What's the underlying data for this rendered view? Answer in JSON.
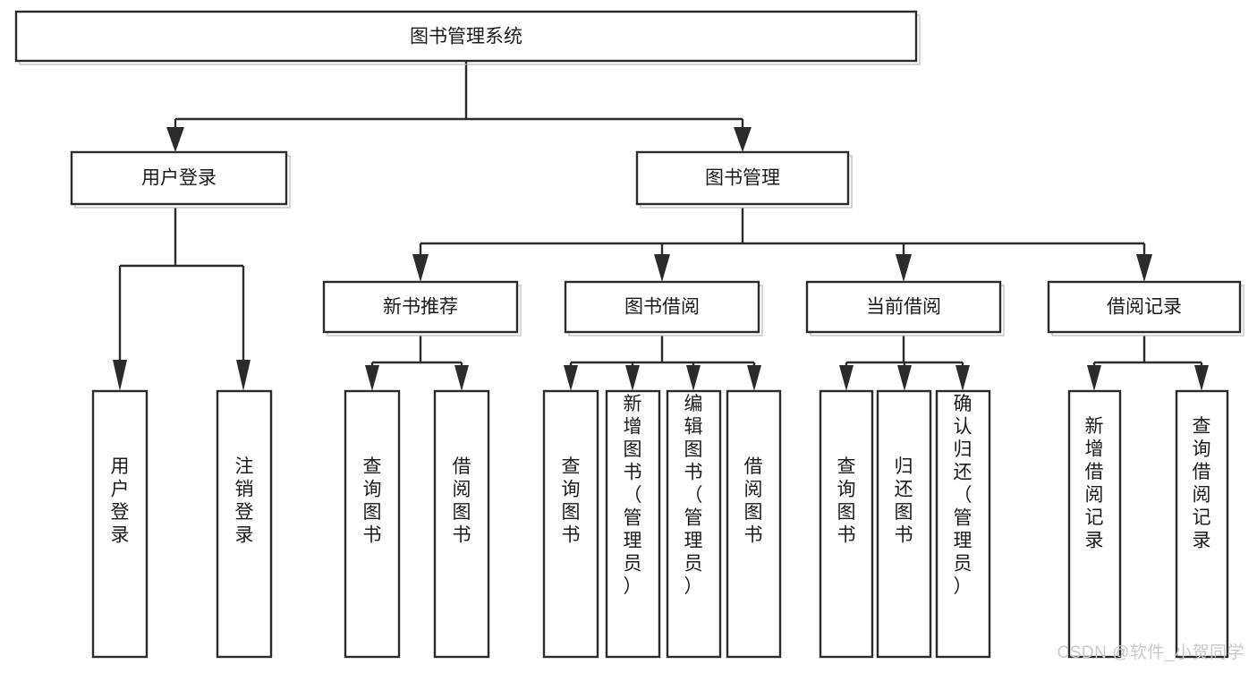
{
  "diagram": {
    "type": "tree",
    "title": "图书管理系统",
    "watermark": "CSDN @软件_小贺同学",
    "colors": {
      "box_fill": "#ffffff",
      "box_stroke": "#2b2b2b",
      "connector": "#2b2b2b",
      "text": "#1b1b1b",
      "watermark": "#c9c9c9",
      "background": "#ffffff"
    },
    "levels": [
      {
        "level": 1,
        "nodes": [
          {
            "id": "root",
            "label": "图书管理系统",
            "orientation": "horizontal"
          }
        ]
      },
      {
        "level": 2,
        "nodes": [
          {
            "id": "login",
            "label": "用户登录",
            "orientation": "horizontal",
            "parent": "root"
          },
          {
            "id": "bookmgmt",
            "label": "图书管理",
            "orientation": "horizontal",
            "parent": "root"
          }
        ]
      },
      {
        "level": 3,
        "nodes": [
          {
            "id": "newbook",
            "label": "新书推荐",
            "orientation": "horizontal",
            "parent": "bookmgmt"
          },
          {
            "id": "borrow",
            "label": "图书借阅",
            "orientation": "horizontal",
            "parent": "bookmgmt"
          },
          {
            "id": "current",
            "label": "当前借阅",
            "orientation": "horizontal",
            "parent": "bookmgmt"
          },
          {
            "id": "records",
            "label": "借阅记录",
            "orientation": "horizontal",
            "parent": "bookmgmt"
          }
        ]
      },
      {
        "level": 4,
        "nodes": [
          {
            "id": "leaf1",
            "label": "用户登录",
            "orientation": "vertical",
            "parent": "login"
          },
          {
            "id": "leaf2",
            "label": "注销登录",
            "orientation": "vertical",
            "parent": "login"
          },
          {
            "id": "leaf3",
            "label": "查询图书",
            "orientation": "vertical",
            "parent": "newbook"
          },
          {
            "id": "leaf4",
            "label": "借阅图书",
            "orientation": "vertical",
            "parent": "newbook"
          },
          {
            "id": "leaf5",
            "label": "查询图书",
            "orientation": "vertical",
            "parent": "borrow"
          },
          {
            "id": "leaf6",
            "label": "新增图书（管理员）",
            "orientation": "vertical",
            "parent": "borrow"
          },
          {
            "id": "leaf7",
            "label": "编辑图书（管理员）",
            "orientation": "vertical",
            "parent": "borrow"
          },
          {
            "id": "leaf8",
            "label": "借阅图书",
            "orientation": "vertical",
            "parent": "borrow"
          },
          {
            "id": "leaf9",
            "label": "查询图书",
            "orientation": "vertical",
            "parent": "current"
          },
          {
            "id": "leaf10",
            "label": "归还图书",
            "orientation": "vertical",
            "parent": "current"
          },
          {
            "id": "leaf11",
            "label": "确认归还（管理员）",
            "orientation": "vertical",
            "parent": "current"
          },
          {
            "id": "leaf12",
            "label": "新增借阅记录",
            "orientation": "vertical",
            "parent": "records"
          },
          {
            "id": "leaf13",
            "label": "查询借阅记录",
            "orientation": "vertical",
            "parent": "records"
          }
        ]
      }
    ]
  }
}
